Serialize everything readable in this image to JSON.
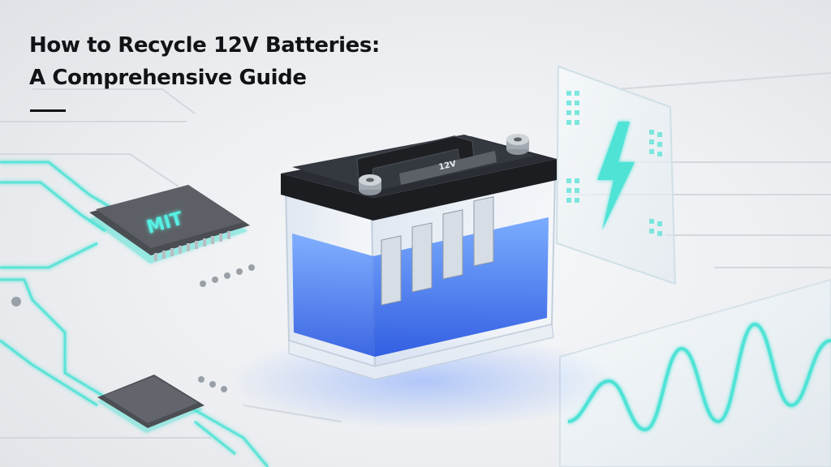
{
  "article": {
    "title_line1": "How to Recycle 12V Batteries:",
    "title_line2": "A Comprehensive Guide"
  },
  "illustration": {
    "chip_label": "MIT",
    "battery_label": "12V",
    "icons": [
      "battery-icon",
      "lightning-bolt-icon",
      "waveform-icon",
      "microchip-icon"
    ],
    "colors": {
      "accent_cyan": "#4fe3d6",
      "electrolyte_blue": "#2a6cff",
      "casing_black": "#1b1d21",
      "background": "#eef0f3"
    }
  }
}
